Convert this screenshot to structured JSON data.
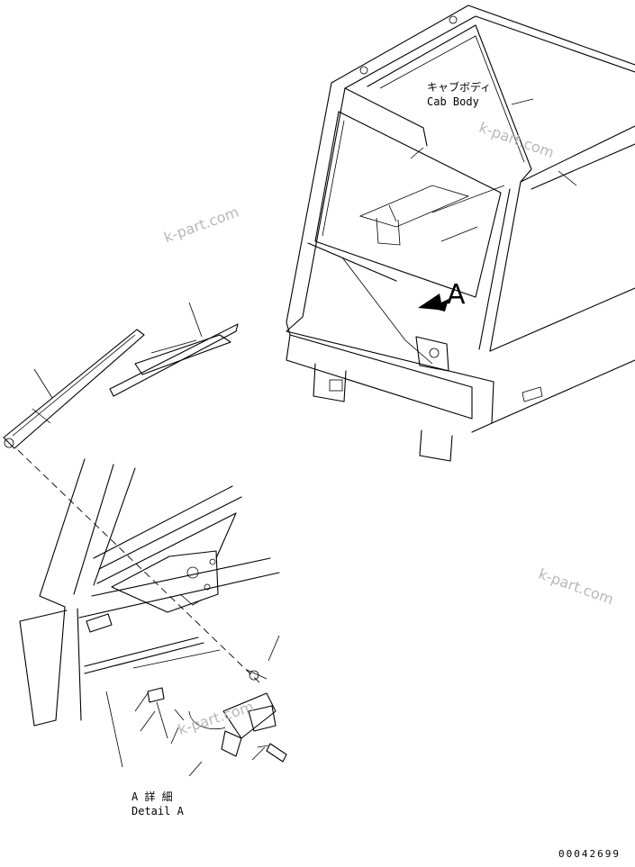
{
  "labels": {
    "cab_body_jp": "キャブボディ",
    "cab_body_en": "Cab Body",
    "view_marker": "A",
    "detail_jp": "A 詳 細",
    "detail_en": "Detail A"
  },
  "watermarks": [
    "k-part.com",
    "k-part.com",
    "k-part.com",
    "k-part.com"
  ],
  "part_number": "00042699"
}
